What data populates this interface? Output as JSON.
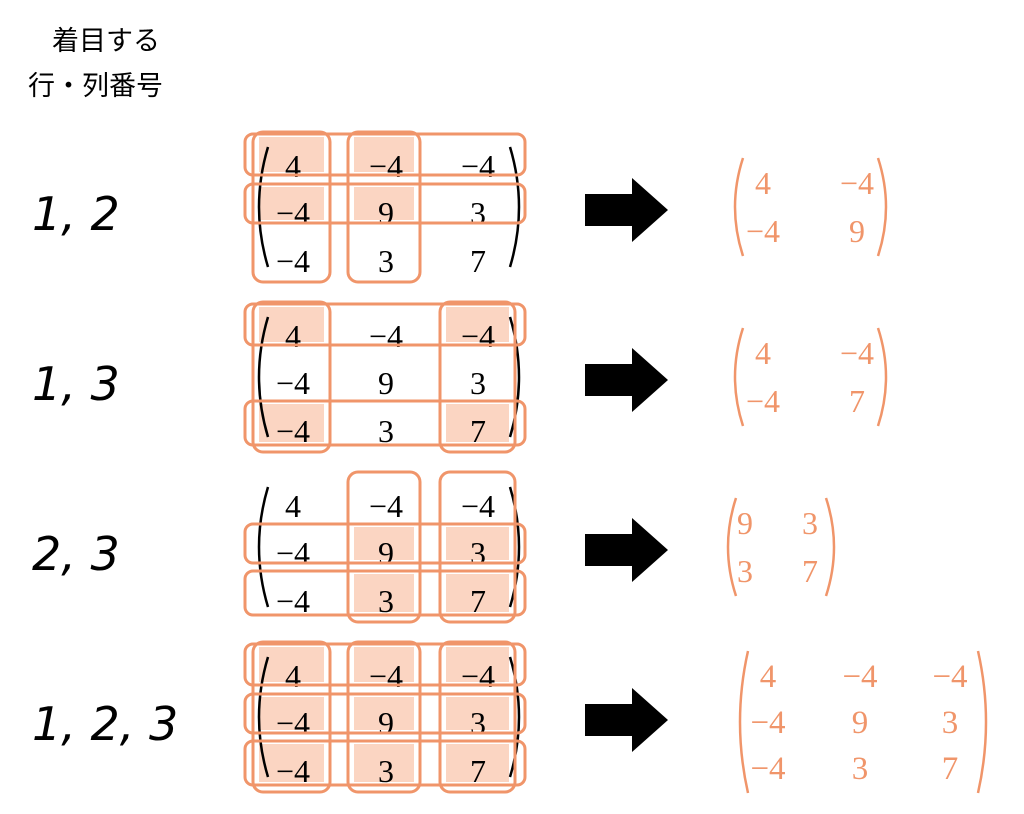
{
  "header": {
    "line1": "着目する",
    "line2": "行・列番号"
  },
  "colors": {
    "accent": "#f0956a",
    "fill": "#fbd5c2",
    "matrix_text": "#000000",
    "arrow": "#000000",
    "result_text": "#f0956a"
  },
  "matrix": [
    [
      "4",
      "−4",
      "−4"
    ],
    [
      "−4",
      "9",
      "3"
    ],
    [
      "−4",
      "3",
      "7"
    ]
  ],
  "rows": [
    {
      "label": "1, 2",
      "selected": [
        0,
        1
      ],
      "result": [
        [
          "4",
          "−4"
        ],
        [
          "−4",
          "9"
        ]
      ]
    },
    {
      "label": "1, 3",
      "selected": [
        0,
        2
      ],
      "result": [
        [
          "4",
          "−4"
        ],
        [
          "−4",
          "7"
        ]
      ]
    },
    {
      "label": "2, 3",
      "selected": [
        1,
        2
      ],
      "result": [
        [
          "9",
          "3"
        ],
        [
          "3",
          "7"
        ]
      ]
    },
    {
      "label": "1, 2, 3",
      "selected": [
        0,
        1,
        2
      ],
      "result": [
        [
          "4",
          "−4",
          "−4"
        ],
        [
          "−4",
          "9",
          "3"
        ],
        [
          "−4",
          "3",
          "7"
        ]
      ]
    }
  ]
}
